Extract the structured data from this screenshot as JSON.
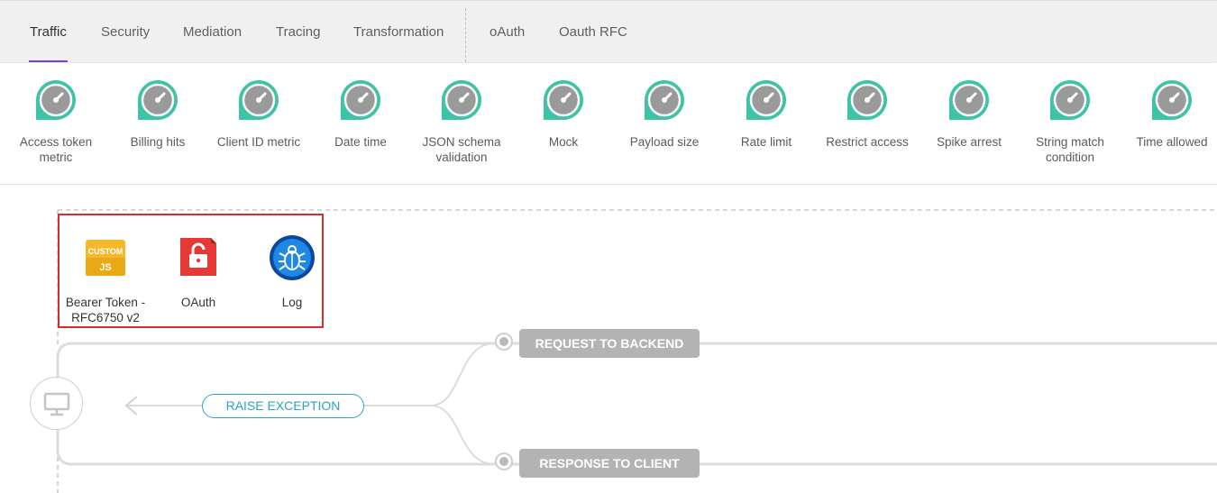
{
  "tabs": [
    {
      "label": "Traffic",
      "active": true
    },
    {
      "label": "Security",
      "active": false
    },
    {
      "label": "Mediation",
      "active": false
    },
    {
      "label": "Tracing",
      "active": false
    },
    {
      "label": "Transformation",
      "active": false
    },
    {
      "label": "oAuth",
      "active": false
    },
    {
      "label": "Oauth RFC",
      "active": false
    }
  ],
  "palette": {
    "icon": "gauge-icon",
    "icon_color": "#3dc4a7",
    "items": [
      {
        "label": "Access token metric"
      },
      {
        "label": "Billing hits"
      },
      {
        "label": "Client ID metric"
      },
      {
        "label": "Date time"
      },
      {
        "label": "JSON schema validation"
      },
      {
        "label": "Mock"
      },
      {
        "label": "Payload size"
      },
      {
        "label": "Rate limit"
      },
      {
        "label": "Restrict access"
      },
      {
        "label": "Spike arrest"
      },
      {
        "label": "String match condition"
      },
      {
        "label": "Time allowed"
      }
    ]
  },
  "pipeline": {
    "policies": [
      {
        "label": "Bearer Token - RFC6750 v2",
        "icon": "custom-js-icon",
        "icon_text_top": "CUSTOM",
        "icon_text_bottom": "JS",
        "color": "#f5b829"
      },
      {
        "label": "OAuth",
        "icon": "padlock-icon",
        "color": "#e53935"
      },
      {
        "label": "Log",
        "icon": "bug-icon",
        "color": "#1e88e5"
      }
    ],
    "request_label": "REQUEST TO BACKEND",
    "response_label": "RESPONSE TO CLIENT",
    "raise_label": "RAISE EXCEPTION",
    "accent": "#2aa5c0",
    "selection_color": "#d32f2f"
  }
}
